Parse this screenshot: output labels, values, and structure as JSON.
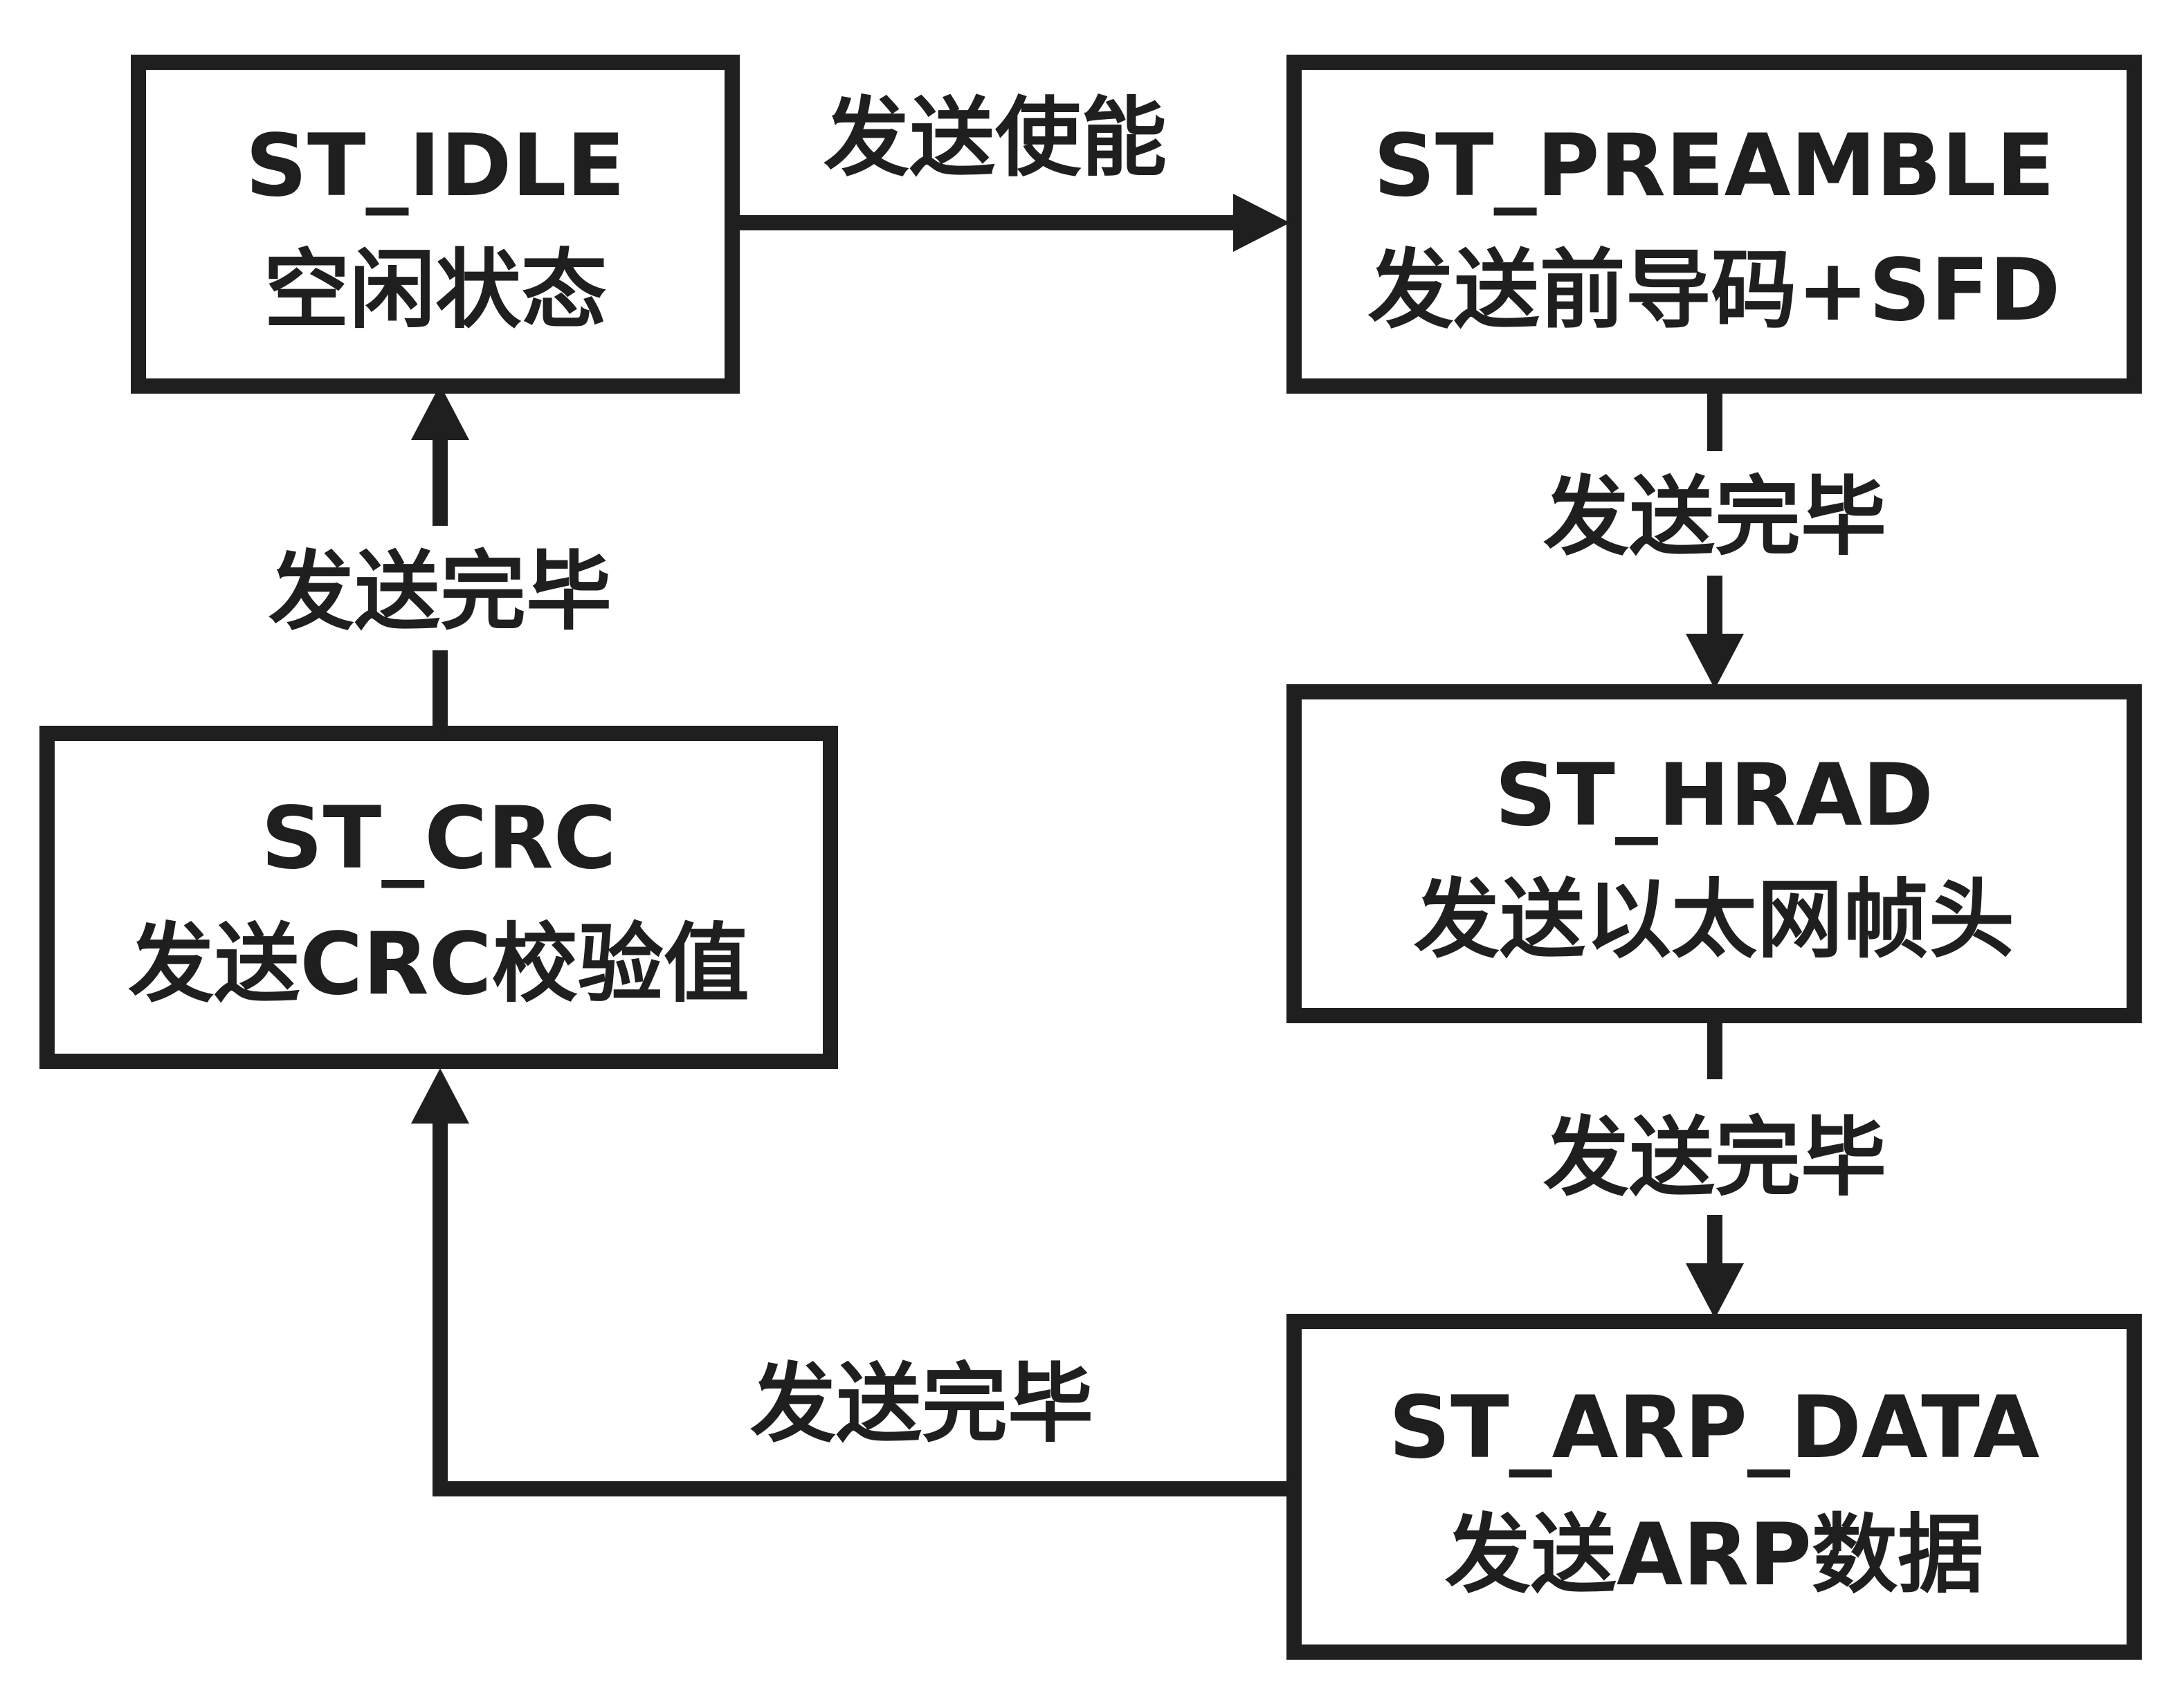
{
  "colors": {
    "stroke": "#1f1f1f",
    "text": "#1f1f1f",
    "background": "#ffffff"
  },
  "states": {
    "idle": {
      "code": "ST_IDLE",
      "desc": "空闲状态"
    },
    "preamble": {
      "code": "ST_PREAMBLE",
      "desc": "发送前导码+SFD"
    },
    "head": {
      "code": "ST_HRAD",
      "desc": "发送以太网帧头"
    },
    "arp_data": {
      "code": "ST_ARP_DATA",
      "desc": "发送ARP数据"
    },
    "crc": {
      "code": "ST_CRC",
      "desc": "发送CRC校验值"
    }
  },
  "transitions": {
    "idle_to_preamble": "发送使能",
    "preamble_to_head": "发送完毕",
    "head_to_arp_data": "发送完毕",
    "arp_data_to_crc": "发送完毕",
    "crc_to_idle": "发送完毕"
  }
}
